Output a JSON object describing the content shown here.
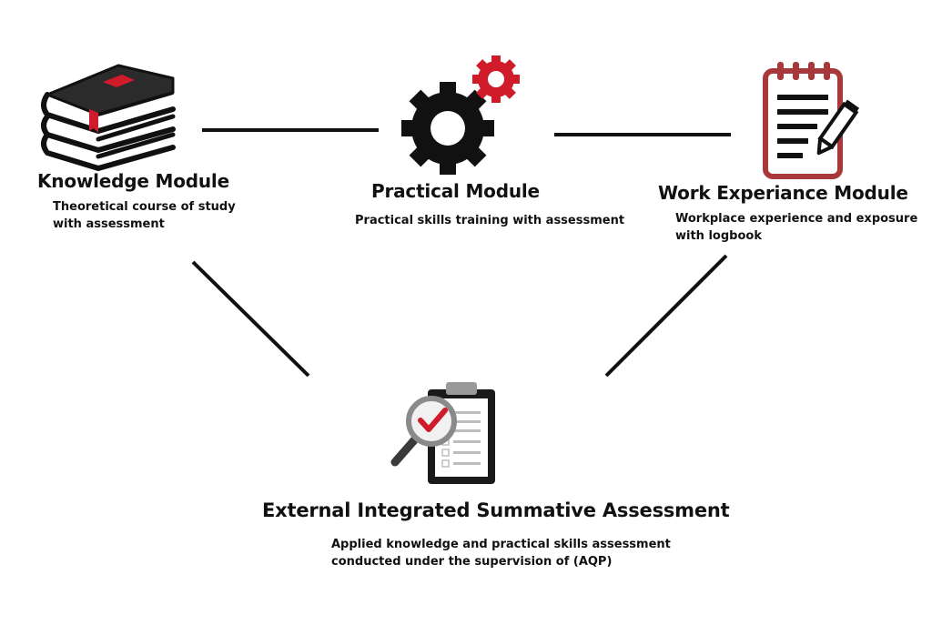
{
  "colors": {
    "ink": "#111111",
    "accent_red": "#d01c2a",
    "brown_red": "#a8393a",
    "clipboard_gray": "#9a9a9a"
  },
  "modules": {
    "knowledge": {
      "icon": "books-icon",
      "title": "Knowledge Module",
      "desc_lines": [
        "Theoretical course of study",
        "with assessment"
      ]
    },
    "practical": {
      "icon": "gears-icon",
      "title": "Practical Module",
      "desc_lines": [
        "Practical skills training with assessment"
      ]
    },
    "work": {
      "icon": "notepad-pencil-icon",
      "title": "Work Experiance Module",
      "desc_lines": [
        "Workplace experience and exposure",
        "with logbook"
      ]
    },
    "assessment": {
      "icon": "clipboard-magnifier-icon",
      "title": "External Integrated Summative Assessment",
      "desc_lines": [
        "Applied knowledge and practical skills assessment",
        "conducted under the supervision of (AQP)"
      ]
    }
  }
}
